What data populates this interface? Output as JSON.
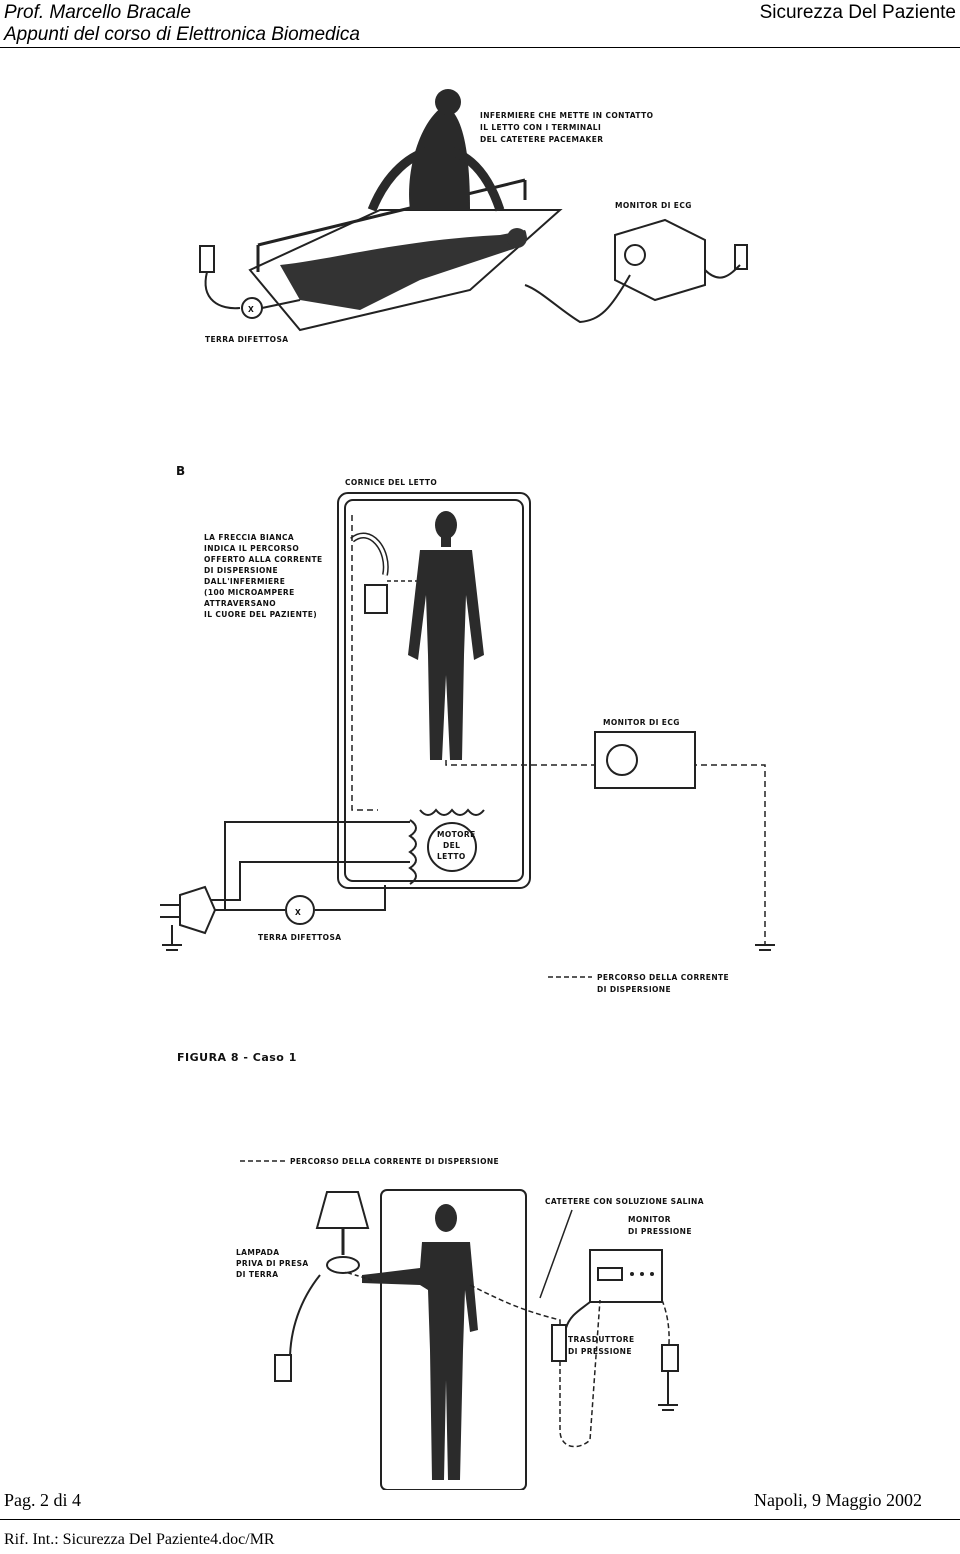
{
  "header": {
    "author": "Prof. Marcello Bracale",
    "course": "Appunti del corso di Elettronica Biomedica",
    "topic": "Sicurezza Del Paziente"
  },
  "figure_a": {
    "label_nurse": [
      "INFERMIERE CHE METTE IN CONTATTO",
      "IL LETTO CON I TERMINALI",
      "DEL CATETERE PACEMAKER"
    ],
    "label_monitor": "MONITOR DI ECG",
    "label_ground": "TERRA DIFETTOSA"
  },
  "figure_b": {
    "letter": "B",
    "label_frame": "CORNICE DEL LETTO",
    "label_arrow": [
      "LA FRECCIA BIANCA",
      "INDICA IL PERCORSO",
      "OFFERTO ALLA CORRENTE",
      "DI DISPERSIONE",
      "DALL'INFERMIERE",
      "(100 MICROAMPERE",
      "ATTRAVERSANO",
      "IL CUORE DEL PAZIENTE)"
    ],
    "label_monitor": "MONITOR DI ECG",
    "label_motor": [
      "MOTORE",
      "DEL",
      "LETTO"
    ],
    "label_ground": "TERRA DIFETTOSA",
    "legend": [
      "PERCORSO DELLA CORRENTE",
      "DI DISPERSIONE"
    ],
    "caption": "FIGURA 8 - Caso 1"
  },
  "figure_c": {
    "legend": "PERCORSO DELLA CORRENTE DI DISPERSIONE",
    "label_catheter": "CATETERE CON SOLUZIONE SALINA",
    "label_monitor": [
      "MONITOR",
      "DI PRESSIONE"
    ],
    "label_lamp": [
      "LAMPADA",
      "PRIVA DI PRESA",
      "DI TERRA"
    ],
    "label_transducer": [
      "TRASDUTTORE",
      "DI PRESSIONE"
    ]
  },
  "footer": {
    "page": "Pag.  2 di 4",
    "place_date": "Napoli, 9 Maggio 2002",
    "ref": "Rif. Int.: Sicurezza Del Paziente4.doc/MR"
  }
}
